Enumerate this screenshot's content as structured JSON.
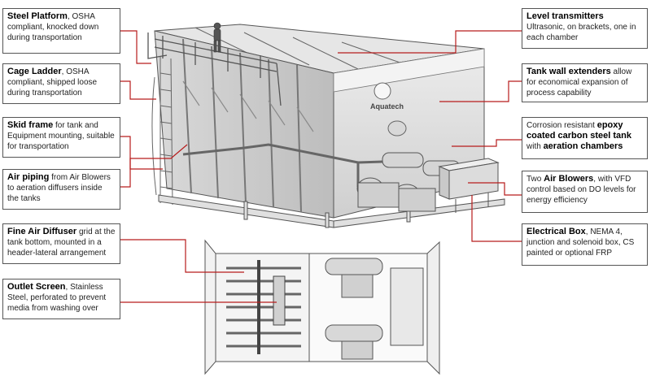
{
  "brand": {
    "logo_text": "Aquatech"
  },
  "callouts": {
    "steel_platform": {
      "title": "Steel Platform",
      "text": ", OSHA compliant, knocked down during transportation"
    },
    "cage_ladder": {
      "title": "Cage Ladder",
      "text": ", OSHA compliant, shipped loose during transportation"
    },
    "skid_frame": {
      "title": "Skid frame",
      "text": " for tank and Equipment mounting, suitable for transportation"
    },
    "air_piping": {
      "title": "Air piping",
      "text": " from Air Blowers to aeration diffusers inside the tanks"
    },
    "fine_air_diffuser": {
      "title": "Fine Air Diffuser",
      "text": " grid at the tank bottom, mounted in a header-lateral arrangement"
    },
    "outlet_screen": {
      "title": "Outlet Screen",
      "text": ", Stainless Steel, perforated to prevent media from washing over"
    },
    "level_transmitters": {
      "title": "Level transmitters",
      "text": "Ultrasonic, on brackets, one in each chamber"
    },
    "tank_wall_extenders": {
      "title": "Tank wall extenders",
      "text": " allow for economical expansion of process capability"
    },
    "epoxy_tank": {
      "pre": "Corrosion resistant ",
      "title1": "epoxy coated carbon steel tank",
      "mid": " with ",
      "title2": "aeration chambers"
    },
    "air_blowers": {
      "pre": "Two ",
      "title": "Air Blowers",
      "text": ", with VFD control based on DO levels for energy efficiency"
    },
    "electrical_box": {
      "title": "Electrical Box",
      "text": ", NEMA 4, junction and solenoid box, CS painted or optional FRP"
    }
  },
  "colors": {
    "leader": "#b71c1c",
    "outline": "#444444"
  }
}
